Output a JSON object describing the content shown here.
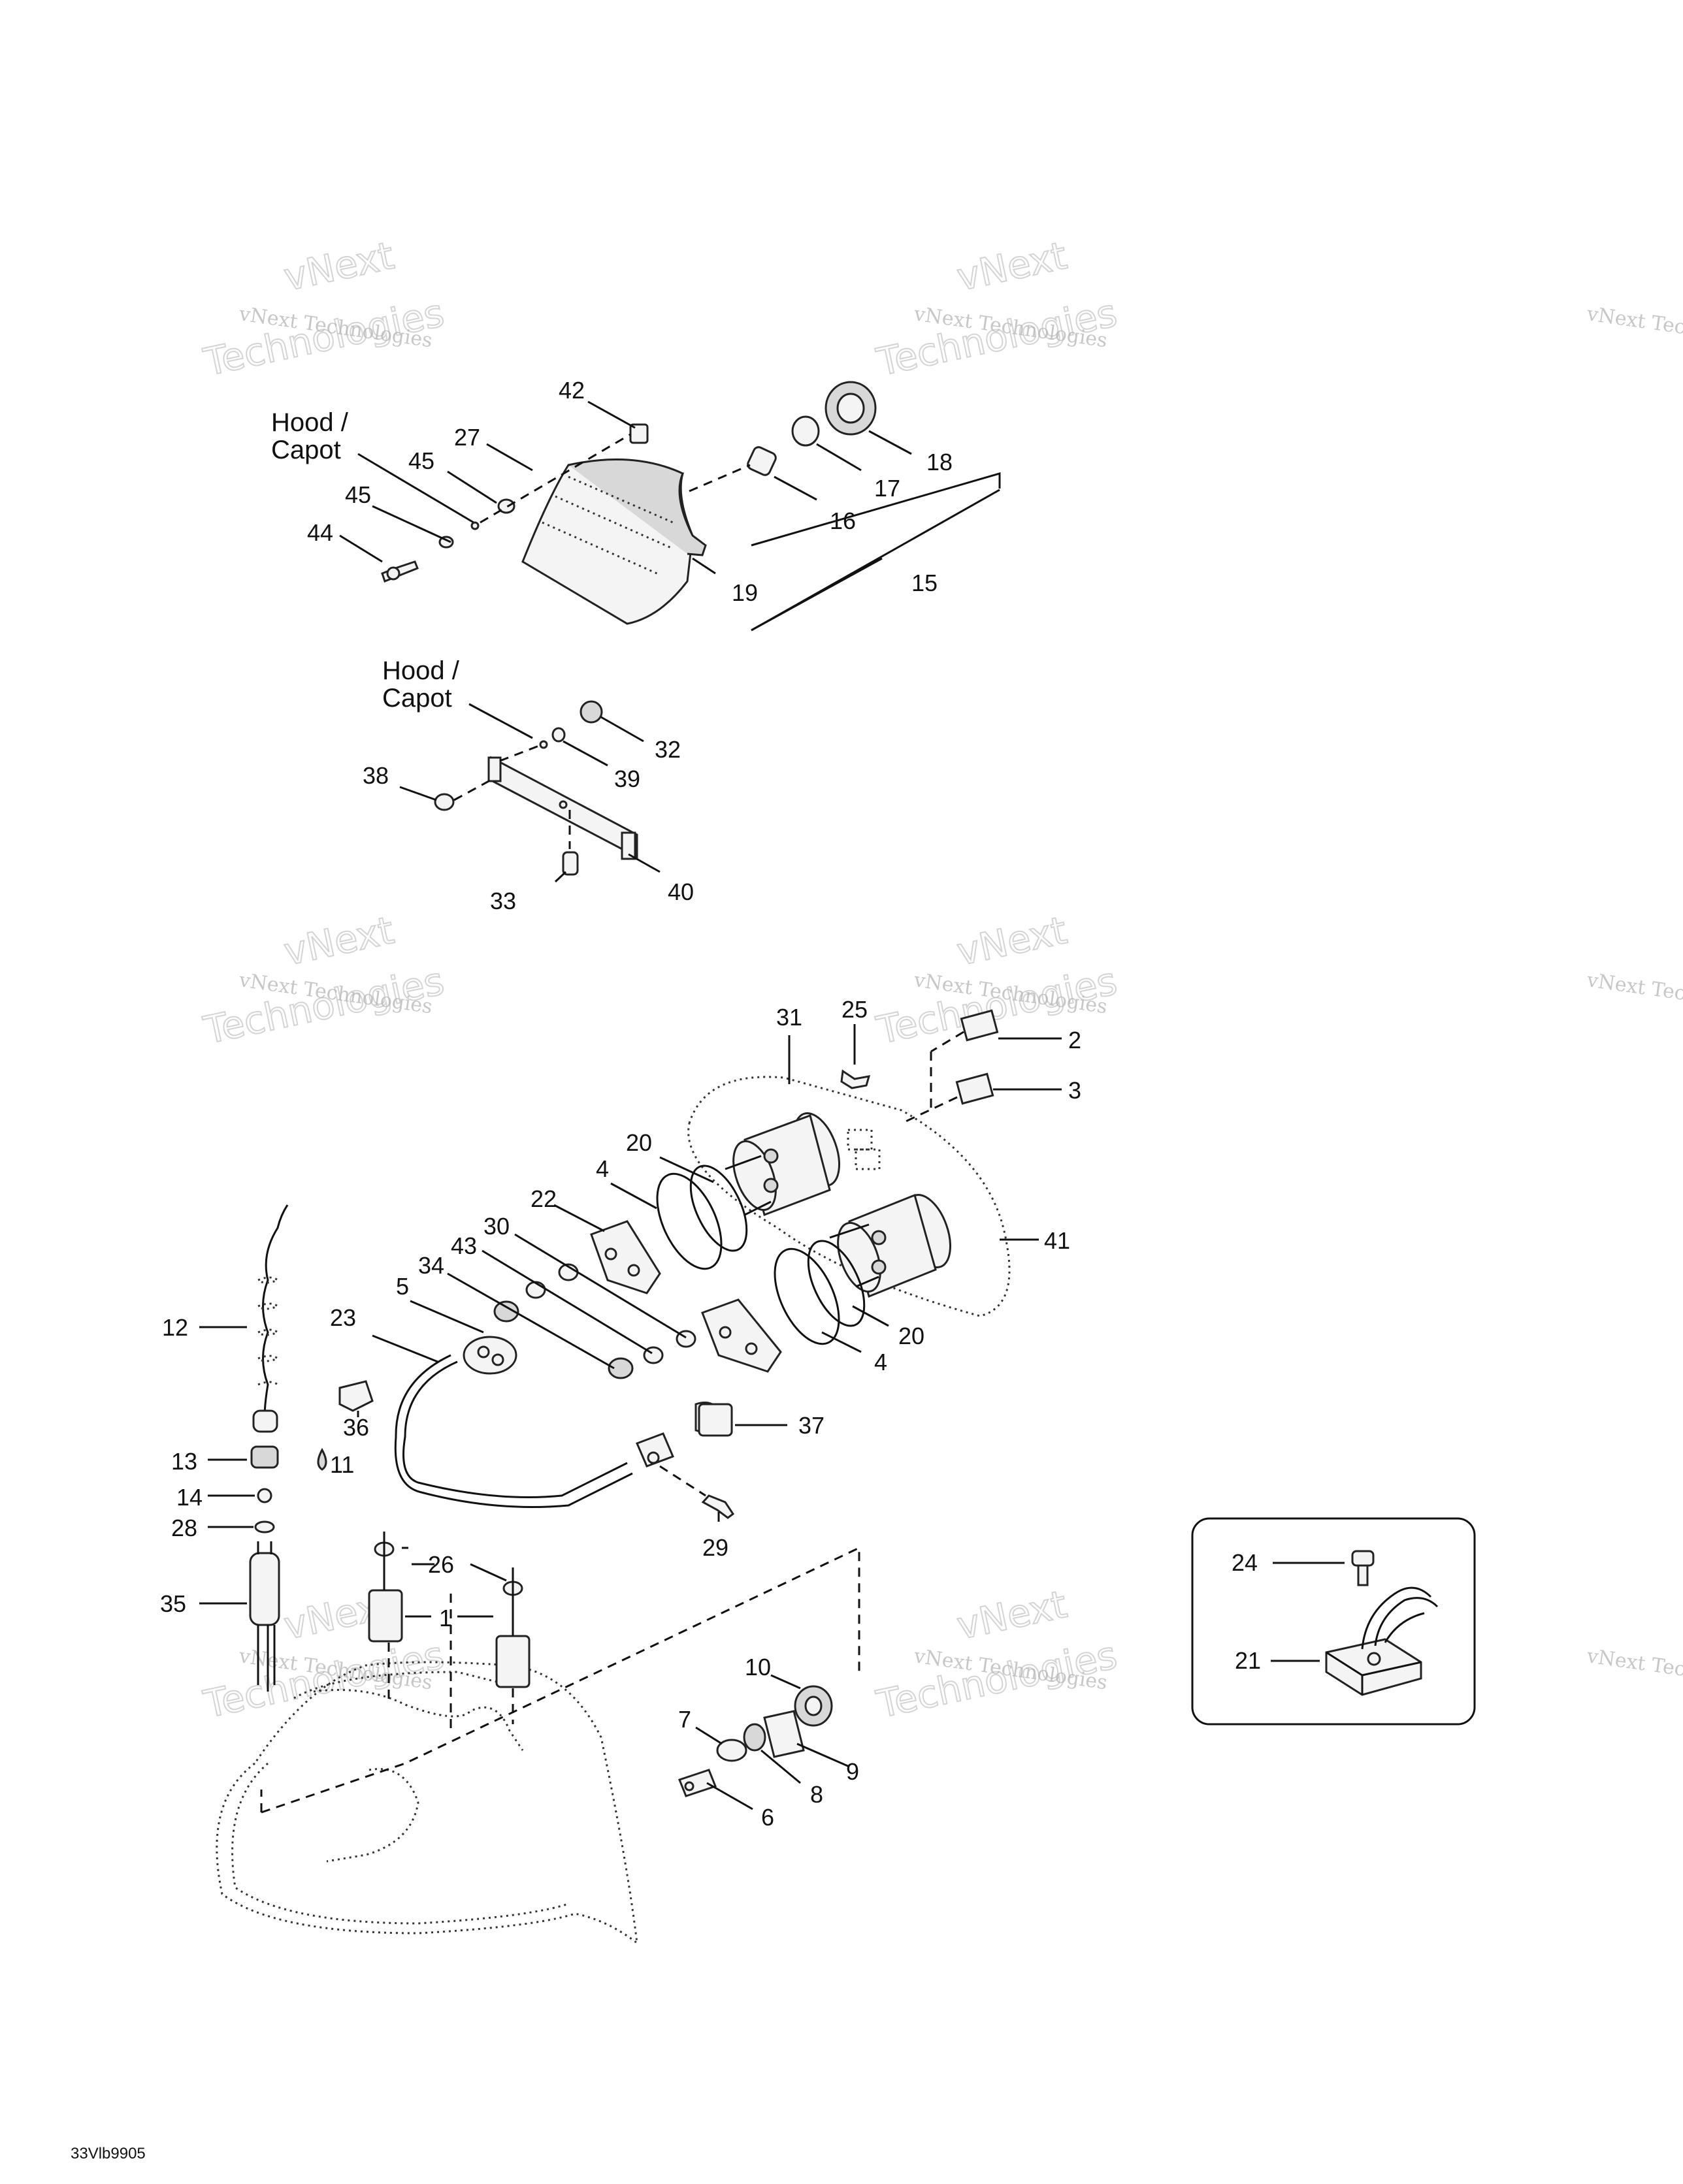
{
  "drawing_code": "33Vlb9905",
  "hood_label": "Hood /",
  "capot_label": "Capot",
  "watermark": {
    "line1": "vNext Technologies",
    "line2": "vNext",
    "line3": "Technologies"
  },
  "callouts": {
    "c1": "1",
    "c2": "2",
    "c3": "3",
    "c4": "4",
    "c5": "5",
    "c6": "6",
    "c7": "7",
    "c8": "8",
    "c9": "9",
    "c10": "10",
    "c11": "11",
    "c12": "12",
    "c13": "13",
    "c14": "14",
    "c15": "15",
    "c16": "16",
    "c17": "17",
    "c18": "18",
    "c19": "19",
    "c20": "20",
    "c21": "21",
    "c22": "22",
    "c23": "23",
    "c24": "24",
    "c25": "25",
    "c26": "26",
    "c27": "27",
    "c28": "28",
    "c29": "29",
    "c30": "30",
    "c31": "31",
    "c32": "32",
    "c33": "33",
    "c34": "34",
    "c35": "35",
    "c36": "36",
    "c37": "37",
    "c38": "38",
    "c39": "39",
    "c40": "40",
    "c41": "41",
    "c42": "42",
    "c43": "43",
    "c44": "44",
    "c45": "45"
  }
}
